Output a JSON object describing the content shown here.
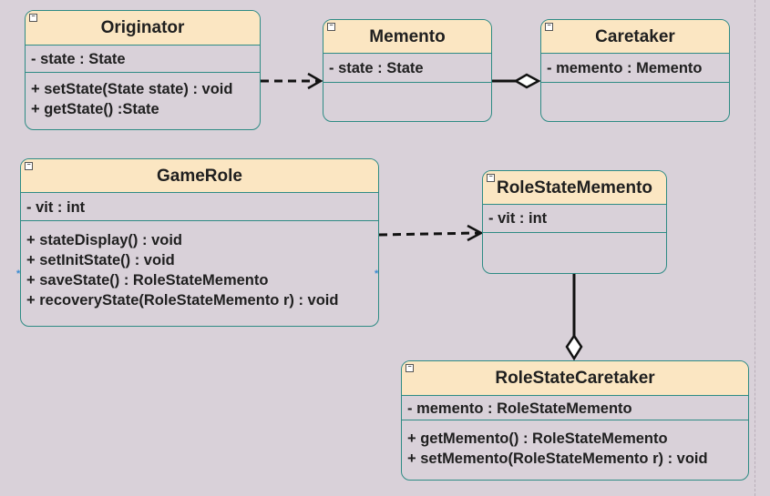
{
  "classes": {
    "originator": {
      "name": "Originator",
      "attributes": [
        "- state : State"
      ],
      "operations": [
        "+ setState(State state) : void",
        "+ getState() :State"
      ]
    },
    "memento": {
      "name": "Memento",
      "attributes": [
        "- state : State"
      ],
      "operations": []
    },
    "caretaker": {
      "name": "Caretaker",
      "attributes": [
        "- memento : Memento"
      ],
      "operations": []
    },
    "gamerole": {
      "name": "GameRole",
      "attributes": [
        "- vit : int"
      ],
      "operations": [
        "+ stateDisplay() : void",
        "+ setInitState() : void",
        "+ saveState() : RoleStateMemento",
        "+ recoveryState(RoleStateMemento r) : void"
      ]
    },
    "rolestatememento": {
      "name": "RoleStateMemento",
      "attributes": [
        "- vit : int"
      ],
      "operations": []
    },
    "rolestatecaretaker": {
      "name": "RoleStateCaretaker",
      "attributes": [
        "- memento : RoleStateMemento"
      ],
      "operations": [
        "+ getMemento() : RoleStateMemento",
        "+ setMemento(RoleStateMemento r) : void"
      ]
    }
  },
  "relations": [
    {
      "from": "originator",
      "to": "memento",
      "type": "dependency"
    },
    {
      "from": "caretaker",
      "to": "memento",
      "type": "aggregation"
    },
    {
      "from": "gamerole",
      "to": "rolestatememento",
      "type": "dependency"
    },
    {
      "from": "rolestatecaretaker",
      "to": "rolestatememento",
      "type": "aggregation"
    }
  ],
  "colors": {
    "background": "#d9d1d9",
    "header": "#fbe6c2",
    "border": "#2e8b84",
    "line": "#111111"
  }
}
